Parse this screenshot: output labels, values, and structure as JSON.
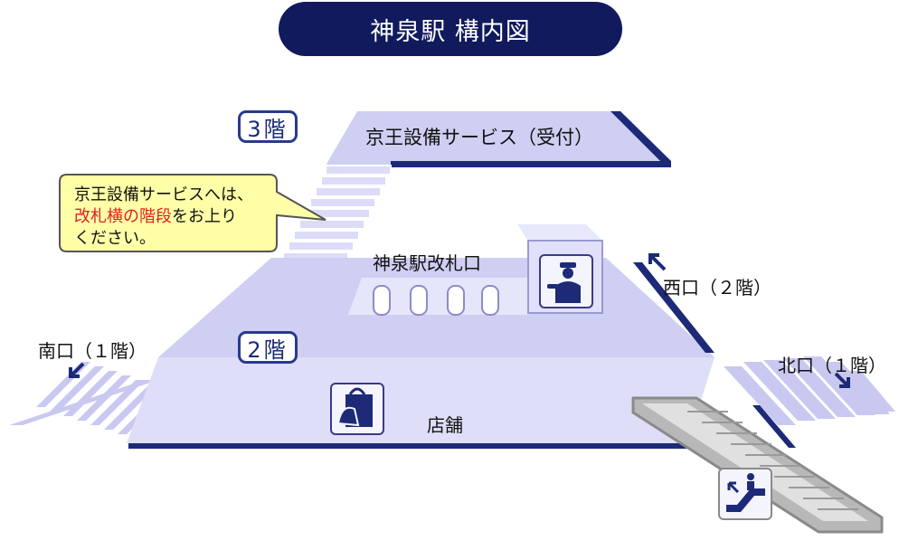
{
  "title": "神泉駅 構内図",
  "floors": {
    "floor3_badge": "3階",
    "floor2_badge": "2階"
  },
  "labels": {
    "service": "京王設備サービス（受付）",
    "ticket_gate": "神泉駅改札口",
    "west_exit": "西口（２階）",
    "south_exit": "南口（１階）",
    "north_exit": "北口（１階）",
    "shop": "店舗"
  },
  "callout": {
    "line1": "京王設備サービスへは、",
    "line2_highlight": "改札横の階段",
    "line2_rest": "をお上り",
    "line3": "ください。"
  },
  "icons": {
    "station_staff": "station-staff-icon",
    "shopping": "shopping-bag-icon",
    "escalator": "escalator-icon"
  },
  "colors": {
    "navy": "#101a5c",
    "floor_fill": "#ccccf4",
    "highlight_red": "#e02020",
    "callout_fill": "#ffffa8"
  }
}
